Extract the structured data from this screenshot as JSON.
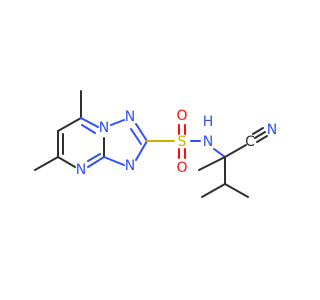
{
  "molecule": {
    "colors": {
      "carbon": "#303030",
      "nitrogen": "#3050F8",
      "oxygen": "#FF0D0D",
      "sulfur": "#C8B400"
    },
    "labels": {
      "n_bridgehead": "N",
      "n_triazole_top": "N",
      "n_triazole_bottom": "N",
      "n_pyrimidine": "N",
      "sulfur": "S",
      "oxygen_top": "O",
      "oxygen_bottom": "O",
      "amide_n": "N",
      "amide_h": "H",
      "nitrile_c": "C",
      "nitrile_n": "N"
    }
  }
}
